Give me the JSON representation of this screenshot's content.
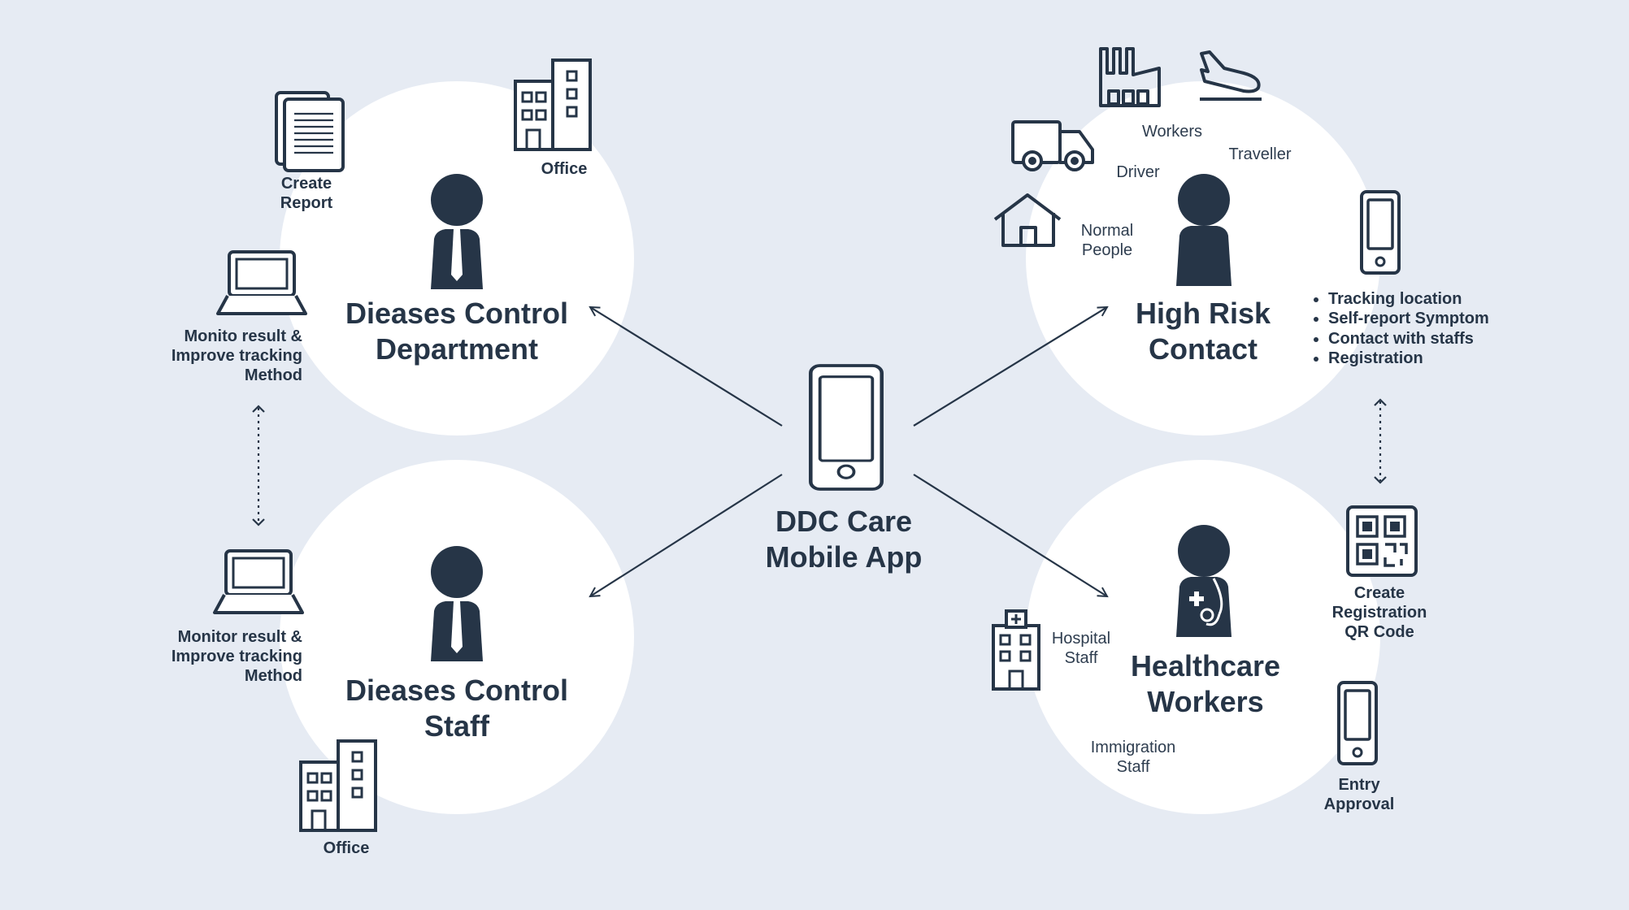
{
  "center": {
    "title_line1": "DDC Care",
    "title_line2": "Mobile App"
  },
  "department": {
    "title_line1": "Dieases Control",
    "title_line2": "Department",
    "office": "Office",
    "report_line1": "Create",
    "report_line2": "Report",
    "monitor_line1": "Monito result &",
    "monitor_line2": "Improve tracking",
    "monitor_line3": "Method"
  },
  "staff": {
    "title_line1": "Dieases Control",
    "title_line2": "Staff",
    "office": "Office",
    "monitor_line1": "Monitor result &",
    "monitor_line2": "Improve tracking",
    "monitor_line3": "Method"
  },
  "high_risk": {
    "title_line1": "High Risk",
    "title_line2": "Contact",
    "workers": "Workers",
    "traveller": "Traveller",
    "driver": "Driver",
    "normal_line1": "Normal",
    "normal_line2": "People",
    "features": [
      "Tracking location",
      "Self-report Symptom",
      "Contact with staffs",
      "Registration"
    ]
  },
  "healthcare": {
    "title_line1": "Healthcare",
    "title_line2": "Workers",
    "hospital_line1": "Hospital",
    "hospital_line2": "Staff",
    "immigration_line1": "Immigration",
    "immigration_line2": "Staff",
    "qr_line1": "Create",
    "qr_line2": "Registration",
    "qr_line3": "QR Code",
    "entry_line1": "Entry",
    "entry_line2": "Approval"
  },
  "colors": {
    "background": "#e6ebf3",
    "circle": "#ffffff",
    "ink": "#263547"
  }
}
